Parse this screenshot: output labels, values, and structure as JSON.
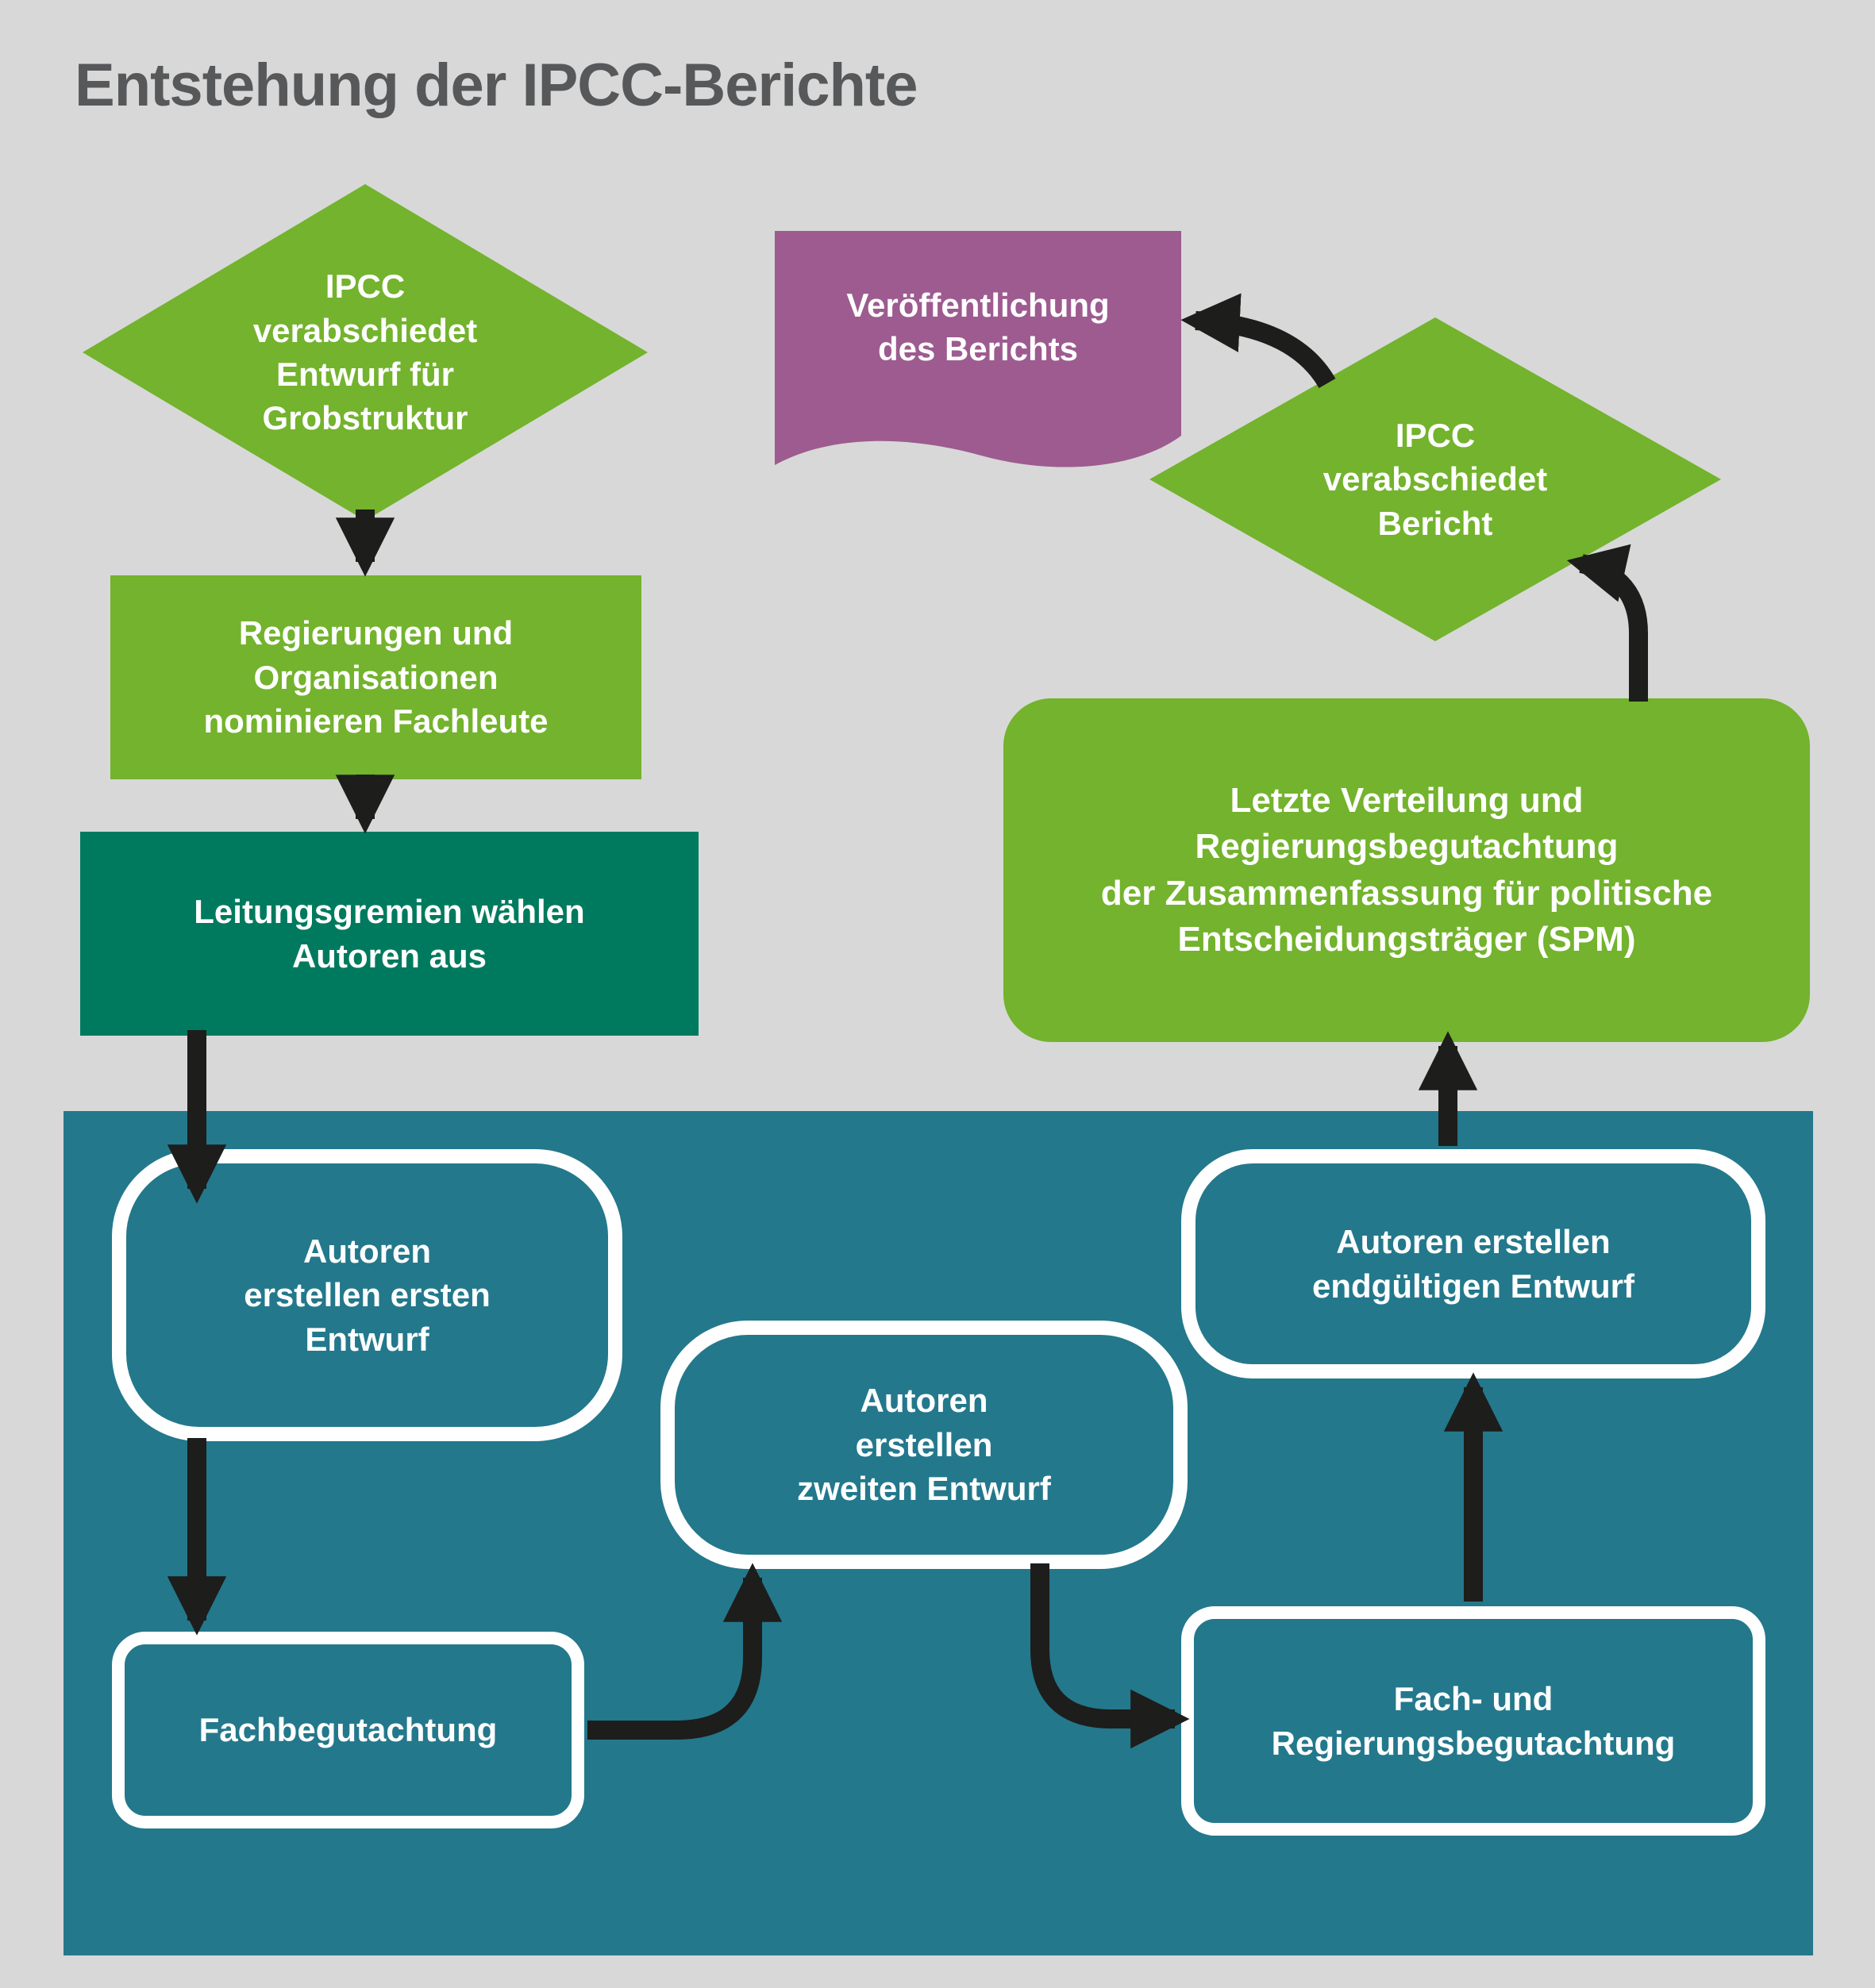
{
  "title": "Entstehung der IPCC-Berichte",
  "colors": {
    "background": "#d8d8d8",
    "green": "#73b32d",
    "dark_green": "#007a5e",
    "teal": "#23788c",
    "purple": "#9d5b90",
    "arrow": "#1d1d1b",
    "title_text": "#57585a",
    "node_text": "#ffffff"
  },
  "nodes": {
    "draft_structure": {
      "label": "IPCC\nverabschiedet\nEntwurf für\nGrobstruktur",
      "shape": "diamond"
    },
    "nominate_experts": {
      "label": "Regierungen und\nOrganisationen\nnominieren Fachleute",
      "shape": "rectangle"
    },
    "select_authors": {
      "label": "Leitungsgremien wählen\nAutoren aus",
      "shape": "rectangle"
    },
    "first_draft": {
      "label": "Autoren\nerstellen ersten\nEntwurf",
      "shape": "rounded"
    },
    "expert_review": {
      "label": "Fachbegutachtung",
      "shape": "rounded"
    },
    "second_draft": {
      "label": "Autoren\nerstellen\nzweiten Entwurf",
      "shape": "rounded"
    },
    "expert_government_review": {
      "label": "Fach- und\nRegierungsbegutachtung",
      "shape": "rounded"
    },
    "final_draft": {
      "label": "Autoren erstellen\nendgültigen Entwurf",
      "shape": "rounded"
    },
    "spm_review": {
      "label": "Letzte Verteilung und\nRegierungsbegutachtung\nder Zusammenfassung für politische\nEntscheidungsträger (SPM)",
      "shape": "rounded-rectangle"
    },
    "approve_report": {
      "label": "IPCC\nverabschiedet\nBericht",
      "shape": "diamond"
    },
    "publication": {
      "label": "Veröffentlichung\ndes Berichts",
      "shape": "banner"
    }
  }
}
